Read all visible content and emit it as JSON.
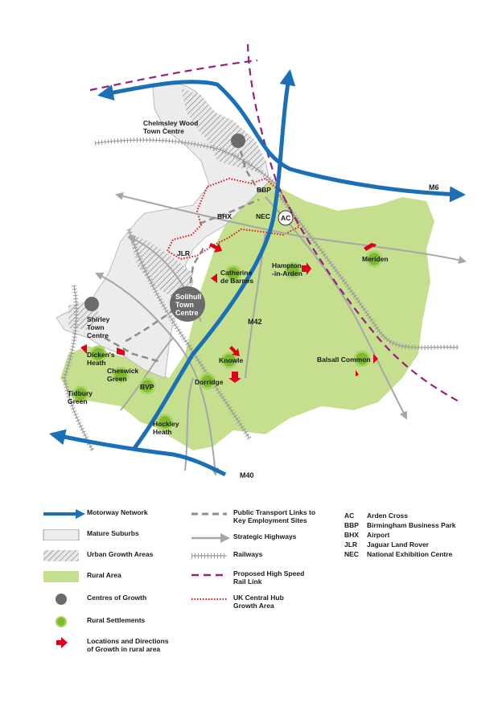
{
  "map": {
    "places": {
      "chelmsley": "Chelmsley Wood\nTown Centre",
      "solihull": "Solihull\nTown\nCentre",
      "shirley": "Shirley\nTown\nCentre",
      "bbp": "BBP",
      "bhx": "BHX",
      "nec": "NEC",
      "ac": "AC",
      "jlr": "JLR",
      "hampton": "Hampton\n-in-Arden",
      "meriden": "Meriden",
      "catherine": "Catherine\nde Barnes",
      "balsall": "Balsall Common",
      "knowle": "Knowle",
      "dorridge": "Dorridge",
      "dickens": "Dicken's\nHeath",
      "cheswick": "Cheswick\nGreen",
      "bvp": "BVP",
      "tidbury": "Tidbury\nGreen",
      "hockley": "Hockley\nHeath"
    },
    "roads": {
      "m6": "M6",
      "m42": "M42",
      "m40": "M40"
    }
  },
  "legend": {
    "items": [
      {
        "label": "Motorway Network"
      },
      {
        "label": "Mature Suburbs"
      },
      {
        "label": "Urban Growth Areas"
      },
      {
        "label": "Rural Area"
      },
      {
        "label": "Centres of Growth"
      },
      {
        "label": "Rural Settlements"
      },
      {
        "label": "Locations and Directions\nof Growth in rural area"
      },
      {
        "label": "Public Transport Links to\nKey Employment Sites"
      },
      {
        "label": "Strategic Highways"
      },
      {
        "label": "Railways"
      },
      {
        "label": "Proposed High Speed\nRail Link"
      },
      {
        "label": "UK Central Hub\nGrowth Area"
      }
    ],
    "abbreviations": [
      {
        "code": "AC",
        "meaning": "Arden Cross"
      },
      {
        "code": "BBP",
        "meaning": "Birmingham Business Park"
      },
      {
        "code": "BHX",
        "meaning": "Airport"
      },
      {
        "code": "JLR",
        "meaning": "Jaguar Land Rover"
      },
      {
        "code": "NEC",
        "meaning": "National Exhibition Centre"
      }
    ]
  },
  "colors": {
    "motorway": "#1a6fb5",
    "rural": "#c5df8e",
    "suburbs": "#ececec",
    "centre": "#6b6b6b",
    "settlement": "#7dbb2c",
    "growth_arrow": "#e0001b",
    "hs2": "#94217f",
    "hub": "#d7141b",
    "highway": "#a6a6a6"
  }
}
